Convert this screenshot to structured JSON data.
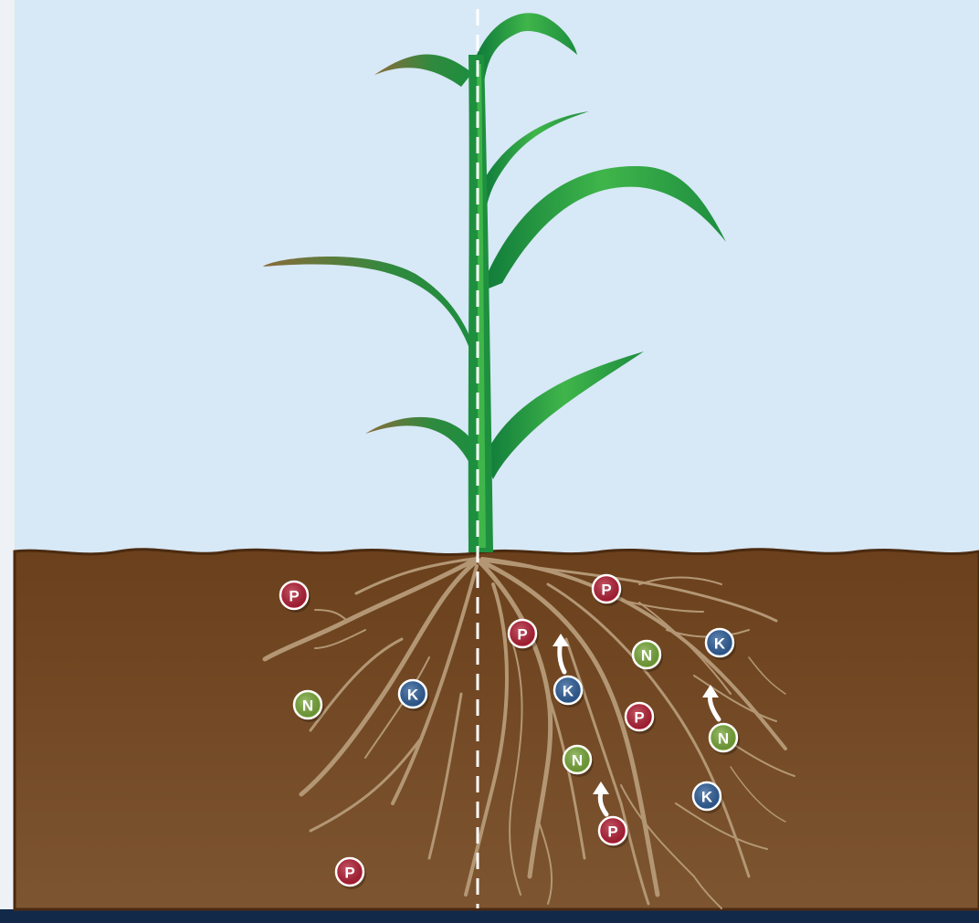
{
  "colors": {
    "sky": "#d7e8f6",
    "soil_top": "#6b401c",
    "soil_bottom": "#7d5530",
    "soil_edge": "#4b2a10",
    "root": "#b39775",
    "leaf_light": "#3fb54a",
    "leaf_dark": "#0f7a3a",
    "leaf_brown": "#8b6b3a",
    "divider": "#ffffff",
    "arrow": "#ffffff",
    "frame_left": "#eef2f6",
    "frame_bottom": "#13294a"
  },
  "nutrients": [
    {
      "symbol": "P",
      "color": "#b31f35",
      "mobility": "immobile"
    },
    {
      "symbol": "P",
      "color": "#b31f35",
      "mobility": "immobile"
    },
    {
      "symbol": "N",
      "color": "#79a83a",
      "mobility": "mobile"
    },
    {
      "symbol": "K",
      "color": "#2f5f99",
      "mobility": "immobile"
    },
    {
      "symbol": "P",
      "color": "#b31f35",
      "mobility": "immobile"
    },
    {
      "symbol": "P",
      "color": "#b31f35",
      "mobility": "immobile"
    },
    {
      "symbol": "K",
      "color": "#2f5f99",
      "mobility": "mobile"
    },
    {
      "symbol": "N",
      "color": "#79a83a",
      "mobility": "immobile"
    },
    {
      "symbol": "K",
      "color": "#2f5f99",
      "mobility": "immobile"
    },
    {
      "symbol": "P",
      "color": "#b31f35",
      "mobility": "immobile"
    },
    {
      "symbol": "N",
      "color": "#79a83a",
      "mobility": "mobile"
    },
    {
      "symbol": "N",
      "color": "#79a83a",
      "mobility": "immobile"
    },
    {
      "symbol": "P",
      "color": "#b31f35",
      "mobility": "mobile"
    },
    {
      "symbol": "K",
      "color": "#2f5f99",
      "mobility": "immobile"
    }
  ],
  "uptake_arrows": [
    {
      "icon": "uptake-arrow-icon"
    },
    {
      "icon": "uptake-arrow-icon"
    },
    {
      "icon": "uptake-arrow-icon"
    }
  ]
}
